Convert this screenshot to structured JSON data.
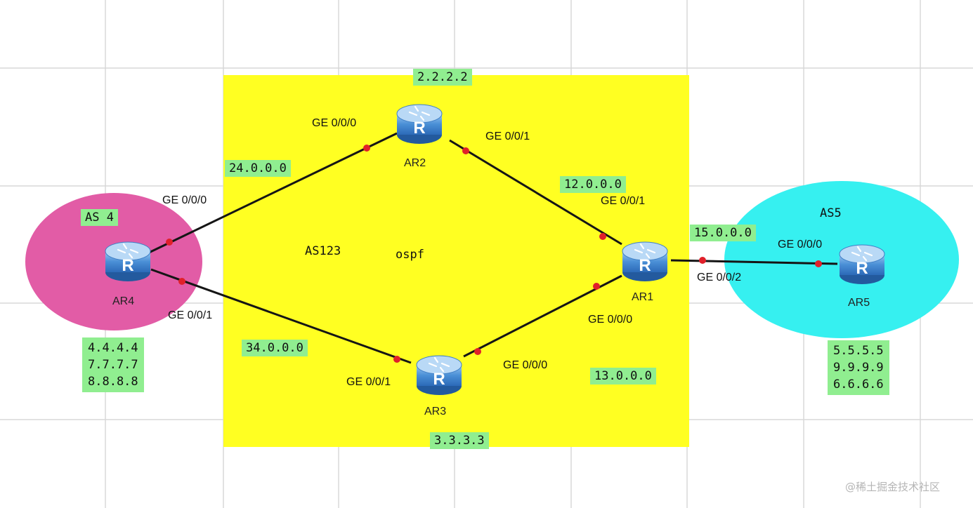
{
  "colors": {
    "as123_zone": "#ffff22",
    "as4_zone": "#e25ca6",
    "as5_zone": "#36f0f0",
    "label_bg": "#90ee90",
    "router_body": "#4a8fd6",
    "link": "#151515",
    "port_dot": "#e0202a"
  },
  "zones": {
    "as123_label": "AS123",
    "ospf_label": "ospf",
    "as4_label": "AS 4",
    "as5_label": "AS5"
  },
  "routers": [
    {
      "id": "AR1",
      "name": "AR1",
      "icon": "router-icon"
    },
    {
      "id": "AR2",
      "name": "AR2",
      "icon": "router-icon"
    },
    {
      "id": "AR3",
      "name": "AR3",
      "icon": "router-icon"
    },
    {
      "id": "AR4",
      "name": "AR4",
      "icon": "router-icon"
    },
    {
      "id": "AR5",
      "name": "AR5",
      "icon": "router-icon"
    }
  ],
  "interfaces": {
    "ar2_g000": "GE 0/0/0",
    "ar2_g001": "GE 0/0/1",
    "ar4_g000": "GE 0/0/0",
    "ar4_g001": "GE 0/0/1",
    "ar1_g001": "GE 0/0/1",
    "ar1_g000": "GE 0/0/0",
    "ar1_g002": "GE 0/0/2",
    "ar3_g000": "GE 0/0/0",
    "ar3_g001": "GE 0/0/1",
    "ar5_g000": "GE 0/0/0"
  },
  "networks": {
    "ar2_ar4": "24.0.0.0",
    "ar1_ar2": "12.0.0.0",
    "ar1_ar5": "15.0.0.0",
    "ar3_ar4": "34.0.0.0",
    "ar1_ar3": "13.0.0.0"
  },
  "loopbacks": {
    "ar2": "2.2.2.2",
    "ar3": "3.3.3.3",
    "ar4": [
      "4.4.4.4",
      "7.7.7.7",
      "8.8.8.8"
    ],
    "ar5": [
      "5.5.5.5",
      "9.9.9.9",
      "6.6.6.6"
    ]
  },
  "watermark": "@稀土掘金技术社区"
}
